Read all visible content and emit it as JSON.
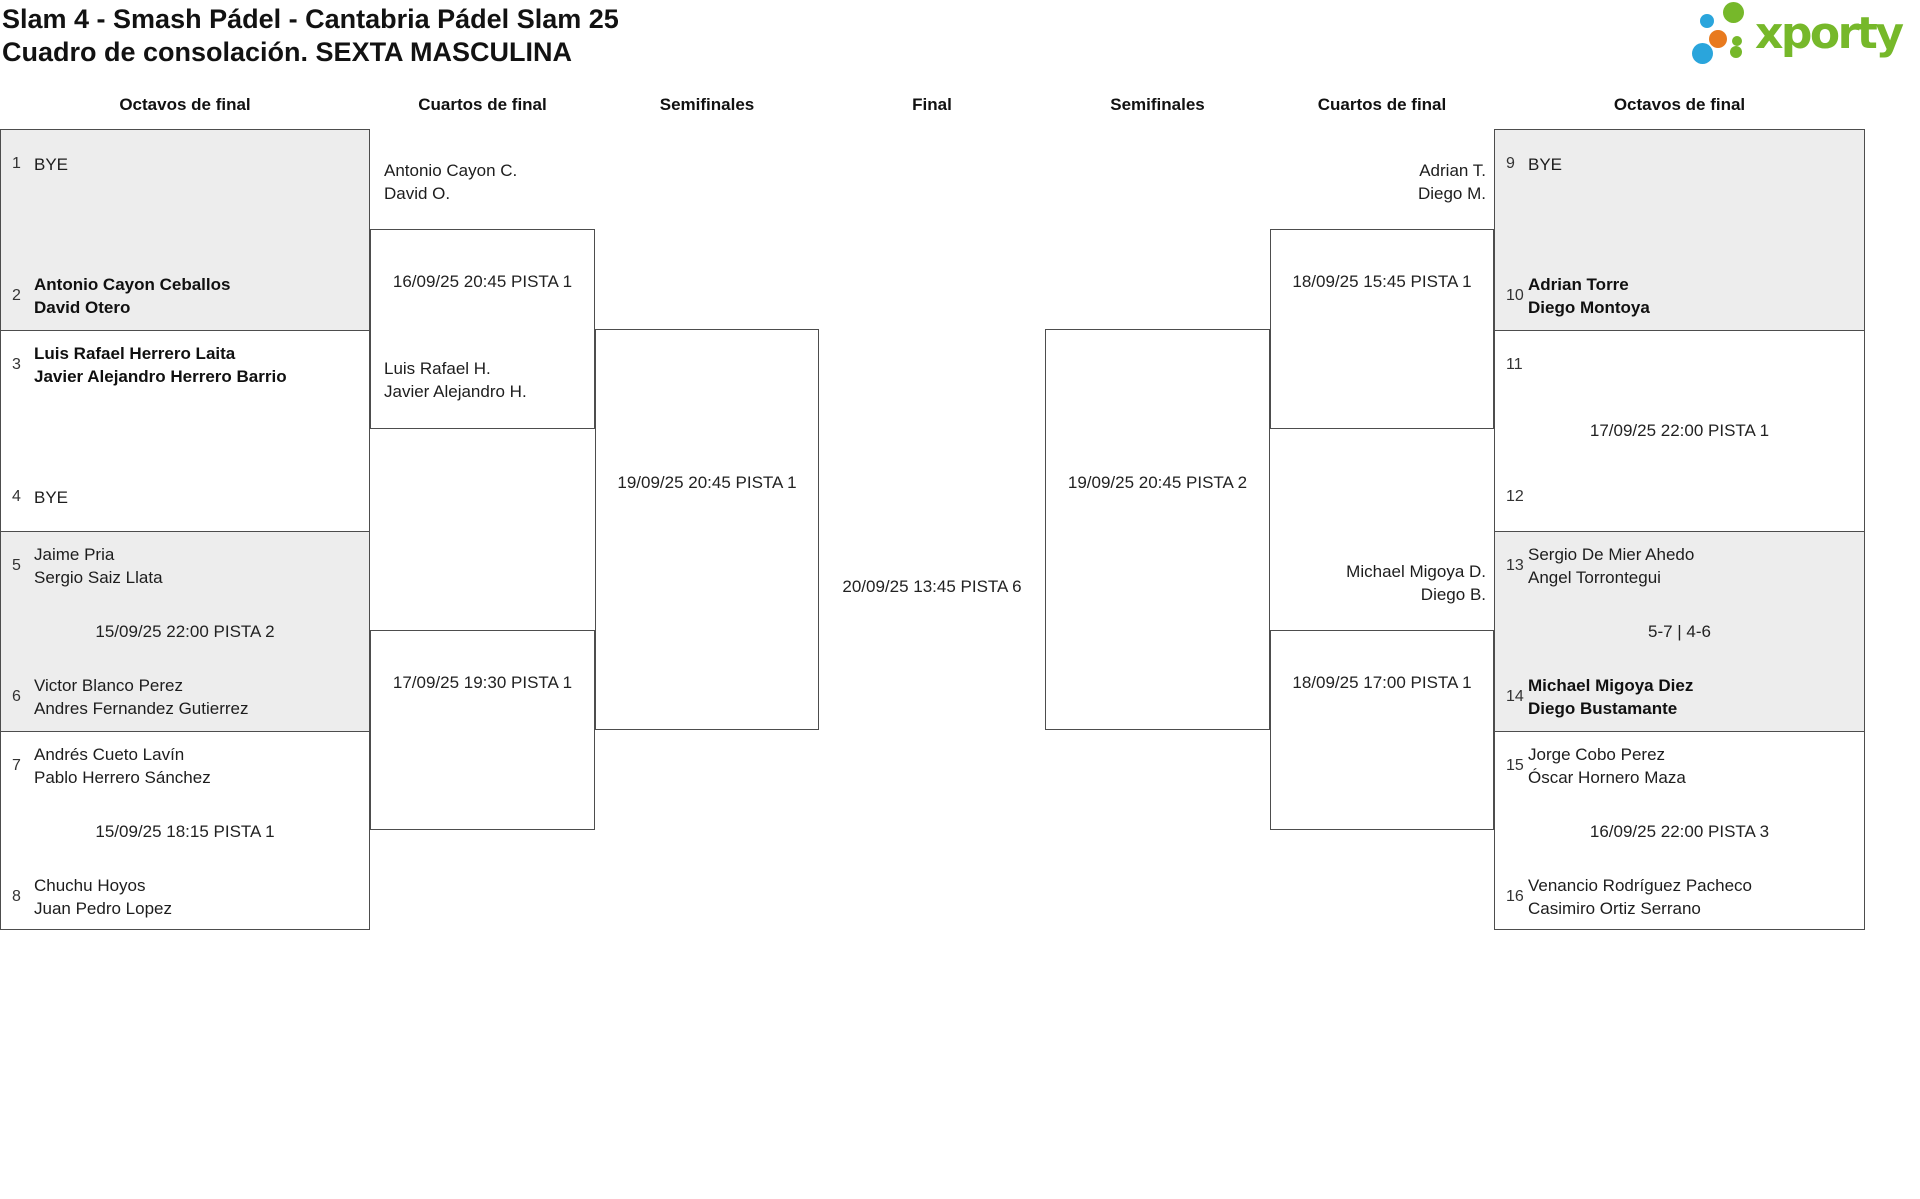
{
  "page": {
    "title_line1": "Slam 4 - Smash Pádel - Cantabria Pádel Slam 25",
    "title_line2": "Cuadro de consolación. SEXTA MASCULINA"
  },
  "brand": {
    "name": "xporty"
  },
  "round_headers": {
    "left_octavos": "Octavos de final",
    "left_cuartos": "Cuartos de final",
    "left_semis": "Semifinales",
    "final": "Final",
    "right_semis": "Semifinales",
    "right_cuartos": "Cuartos de final",
    "right_octavos": "Octavos de final"
  },
  "octavos_left": {
    "cell1": {
      "seed_top": "1",
      "top_line1": "BYE",
      "top_line2": "",
      "seed_bottom": "2",
      "bottom_line1": "Antonio Cayon Ceballos",
      "bottom_line2": "David Otero",
      "bottom_winner": true,
      "note": ""
    },
    "cell2": {
      "seed_top": "3",
      "top_line1": "Luis Rafael Herrero Laita",
      "top_line2": "Javier Alejandro Herrero Barrio",
      "top_winner": true,
      "seed_bottom": "4",
      "bottom_line1": "BYE",
      "bottom_line2": "",
      "note": ""
    },
    "cell3": {
      "seed_top": "5",
      "top_line1": "Jaime Pria",
      "top_line2": "Sergio Saiz Llata",
      "seed_bottom": "6",
      "bottom_line1": "Victor Blanco Perez",
      "bottom_line2": "Andres Fernandez Gutierrez",
      "note": "15/09/25 22:00 PISTA 2"
    },
    "cell4": {
      "seed_top": "7",
      "top_line1": "Andrés Cueto Lavín",
      "top_line2": "Pablo Herrero Sánchez",
      "seed_bottom": "8",
      "bottom_line1": "Chuchu Hoyos",
      "bottom_line2": "Juan Pedro Lopez",
      "note": "15/09/25 18:15 PISTA 1"
    }
  },
  "octavos_right": {
    "cell1": {
      "seed_top": "9",
      "top_line1": "BYE",
      "top_line2": "",
      "seed_bottom": "10",
      "bottom_line1": "Adrian Torre",
      "bottom_line2": "Diego Montoya",
      "bottom_winner": true,
      "note": ""
    },
    "cell2": {
      "seed_top": "11",
      "top_line1": "",
      "top_line2": "",
      "seed_bottom": "12",
      "bottom_line1": "",
      "bottom_line2": "",
      "note": "17/09/25 22:00 PISTA 1"
    },
    "cell3": {
      "seed_top": "13",
      "top_line1": "Sergio De Mier Ahedo",
      "top_line2": "Angel Torrontegui",
      "seed_bottom": "14",
      "bottom_line1": "Michael Migoya Diez",
      "bottom_line2": "Diego Bustamante",
      "bottom_winner": true,
      "note": "5-7 | 4-6"
    },
    "cell4": {
      "seed_top": "15",
      "top_line1": "Jorge Cobo Perez",
      "top_line2": "Óscar Hornero Maza",
      "seed_bottom": "16",
      "bottom_line1": "Venancio Rodríguez Pacheco",
      "bottom_line2": "Casimiro Ortiz Serrano",
      "note": "16/09/25 22:00 PISTA 3"
    }
  },
  "cuartos_left": {
    "match1": {
      "team1_line1": "Antonio Cayon C.",
      "team1_line2": "David O.",
      "date": "16/09/25 20:45 PISTA 1",
      "team2_line1": "Luis Rafael H.",
      "team2_line2": "Javier Alejandro H."
    },
    "match2": {
      "date": "17/09/25 19:30 PISTA 1"
    }
  },
  "cuartos_right": {
    "match1": {
      "team1_line1": "Adrian T.",
      "team1_line2": "Diego M.",
      "date": "18/09/25 15:45 PISTA 1"
    },
    "match2": {
      "team1_line1": "Michael Migoya D.",
      "team1_line2": "Diego B.",
      "date": "18/09/25 17:00 PISTA 1"
    }
  },
  "semifinal_left": {
    "date": "19/09/25 20:45 PISTA 1"
  },
  "semifinal_right": {
    "date": "19/09/25 20:45 PISTA 2"
  },
  "final": {
    "date": "20/09/25 13:45 PISTA 6"
  },
  "colors": {
    "brand_green": "#76b82a",
    "brand_blue": "#2aa5dc",
    "brand_orange": "#e87a1e",
    "cell_shade": "#ededed",
    "line": "#4d4d4d"
  }
}
